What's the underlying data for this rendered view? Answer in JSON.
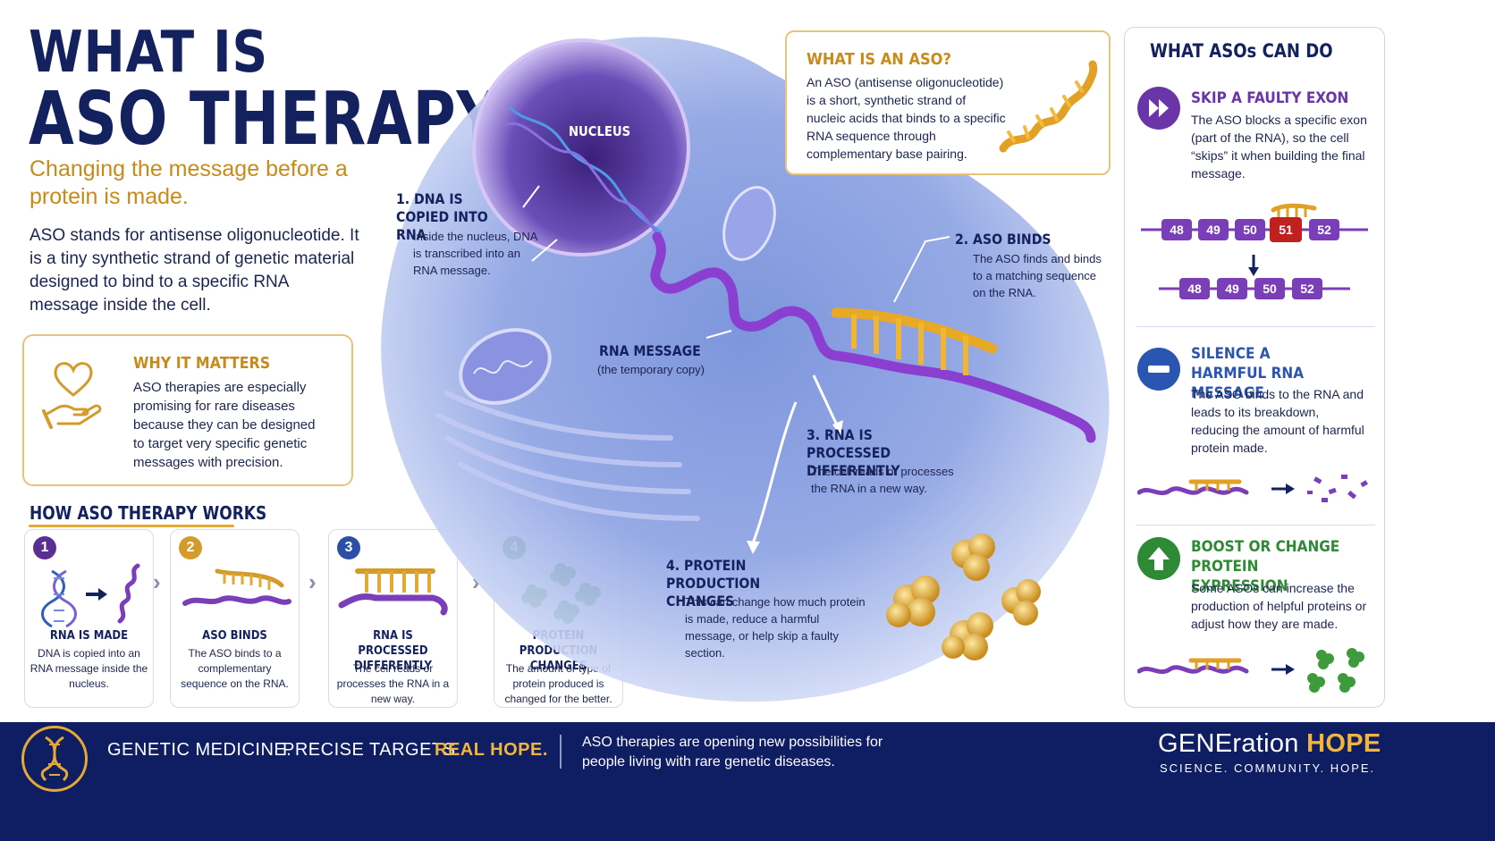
{
  "header": {
    "title_line1": "WHAT IS",
    "title_line2": "ASO THERAPY?",
    "subtitle": "Changing the message before a protein is made.",
    "intro": "ASO stands for antisense oligonucleotide. It is a tiny synthetic strand of genetic material designed to bind to a specific RNA message inside the cell."
  },
  "why": {
    "title": "WHY IT MATTERS",
    "text": "ASO therapies are especially promising for rare diseases because they can be designed to target very specific genetic messages with precision.",
    "icon": "heart-in-hand-icon"
  },
  "how": {
    "title": "HOW ASO THERAPY WORKS",
    "steps": [
      {
        "num": "1",
        "title": "RNA IS MADE",
        "text": "DNA is copied into an RNA message inside the nucleus.",
        "color": "#5b2f91"
      },
      {
        "num": "2",
        "title": "ASO BINDS",
        "text": "The ASO binds to a complementary sequence on the RNA.",
        "color": "#d49b2a"
      },
      {
        "num": "3",
        "title": "RNA IS PROCESSED DIFFERENTLY",
        "text": "The cell reads or processes the RNA in a new way.",
        "color": "#2c4ea6"
      },
      {
        "num": "4",
        "title": "PROTEIN PRODUCTION CHANGES",
        "text": "The amount or type of protein produced is changed for the better.",
        "color": "#3a8a3a"
      }
    ]
  },
  "cell": {
    "nucleus_label": "NUCLEUS",
    "step1_title": "1. DNA IS COPIED INTO RNA",
    "step1_text": "Inside the nucleus, DNA is transcribed into an RNA message.",
    "rna_title": "RNA MESSAGE",
    "rna_text": "(the temporary copy)",
    "step2_title": "2. ASO BINDS",
    "step2_text": "The ASO finds and binds to a matching sequence on the RNA.",
    "step3_title": "3. RNA IS PROCESSED DIFFERENTLY",
    "step3_text": "The cell reads or processes the RNA in a new way.",
    "step4_title": "4. PROTEIN PRODUCTION CHANGES",
    "step4_text": "This can change how much protein is made, reduce a harmful message, or help skip a faulty section."
  },
  "what_aso": {
    "title": "WHAT IS AN ASO?",
    "text": "An ASO (antisense oligonucleotide) is a short, synthetic strand of nucleic acids that binds to a specific RNA sequence through complementary base pairing."
  },
  "can_do": {
    "title": "WHAT ASOs CAN DO",
    "items": [
      {
        "title": "SKIP A FAULTY EXON",
        "text": "The ASO blocks a specific exon (part of the RNA), so the cell “skips” it when building the final message.",
        "color": "#6a35a8",
        "icon": "skip-forward-icon"
      },
      {
        "title": "SILENCE A HARMFUL RNA MESSAGE",
        "text": "The ASO binds to the RNA and leads to its breakdown, reducing the amount of harmful protein made.",
        "color": "#2a55b0",
        "icon": "minus-icon"
      },
      {
        "title": "BOOST OR CHANGE PROTEIN EXPRESSION",
        "text": "Some ASOs can increase the production of helpful proteins or adjust how they are made.",
        "color": "#2f8a35",
        "icon": "arrow-up-icon"
      }
    ],
    "exons_before": [
      "48",
      "49",
      "50",
      "51",
      "52"
    ],
    "exons_after": [
      "48",
      "49",
      "50",
      "52"
    ],
    "faulty_exon": "51"
  },
  "footer": {
    "tag_a": "GENETIC MEDICINE.",
    "tag_b": "PRECISE TARGETS.",
    "tag_c": "REAL HOPE.",
    "message": "ASO therapies are opening new possibilities for people living with rare genetic diseases.",
    "brand_a": "GENEration ",
    "brand_b": "HOPE",
    "brand_tag": "SCIENCE. COMMUNITY. HOPE."
  }
}
